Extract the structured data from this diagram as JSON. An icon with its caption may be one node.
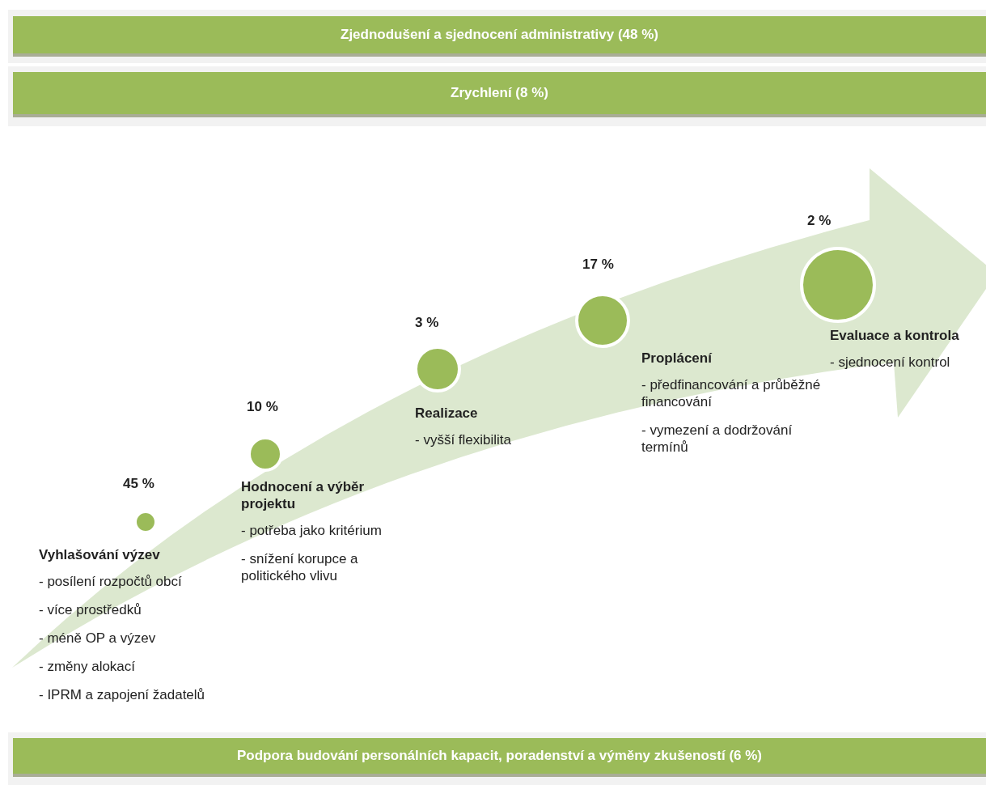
{
  "diagram": {
    "nodes": [
      {
        "text": [
          "Zjednodušení a sjednocení administrativy (48 %)"
        ]
      },
      {
        "text": [
          "Zrychlení (8 %)"
        ]
      },
      {
        "text": [],
        "shape": "circle",
        "beside": [
          "45 %"
        ]
      },
      {
        "text": [
          "Vyhlašování výzev",
          "- posílení rozpočtů obcí",
          "- více prostředků",
          "- méně OP a výzev",
          "- změny alokací",
          "- IPRM a zapojení žadatelů"
        ]
      },
      {
        "text": [],
        "shape": "circle",
        "beside": [
          "10 %"
        ]
      },
      {
        "text": [
          "Hodnocení a výběr projektu",
          "- potřeba jako kritérium",
          "- snížení korupce a politického vlivu"
        ]
      },
      {
        "text": [],
        "shape": "circle",
        "beside": [
          "3 %"
        ]
      },
      {
        "text": [
          "Realizace",
          "- vyšší flexibilita"
        ]
      },
      {
        "text": [],
        "shape": "circle",
        "beside": [
          "17 %"
        ]
      },
      {
        "text": [
          "Proplácení",
          "- předfinancování a průběžné financování",
          "- vymezení a dodržování termínů"
        ]
      },
      {
        "text": [],
        "shape": "circle",
        "beside": [
          "2 %"
        ]
      },
      {
        "text": [
          "Evaluace a kontrola",
          "- sjednocení kontrol"
        ]
      },
      {
        "text": [
          "Podpora budování personálních kapacit, poradenství a výměny zkušeností (6 %)"
        ]
      }
    ]
  }
}
